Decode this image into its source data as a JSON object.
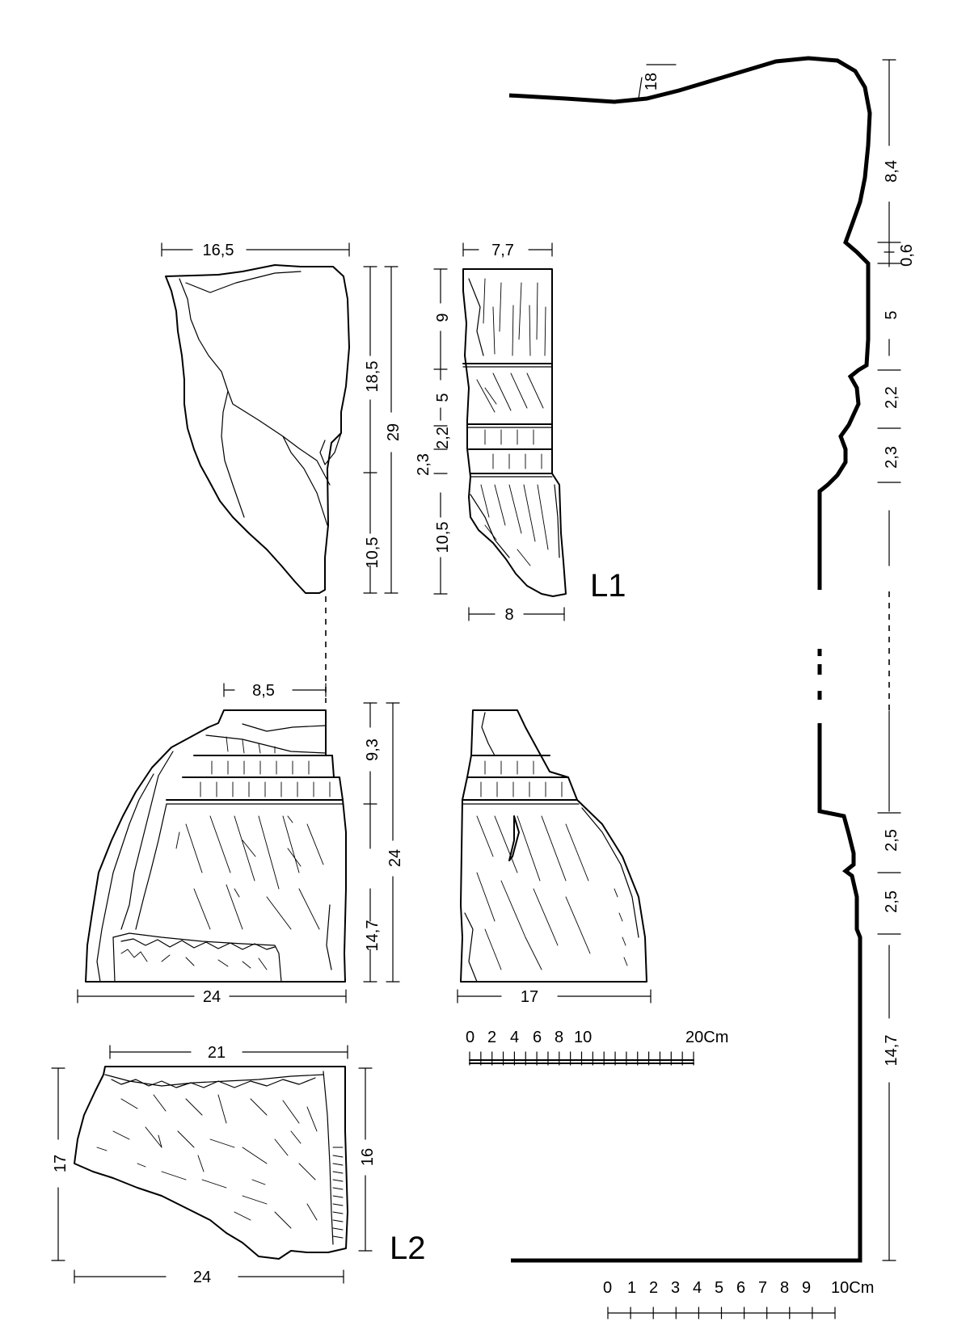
{
  "fragments": {
    "l1_label": "L1",
    "l2_label": "L2"
  },
  "dimensions": {
    "l1_top_width": "16,5",
    "l1_side_width": "7,7",
    "l1_bottom_width": "8",
    "l1_height_upper": "18,5",
    "l1_height_total": "29",
    "l1_height_lower": "10,5",
    "l1_band_9": "9",
    "l1_band_5": "5",
    "l1_band_22": "2,2",
    "l1_band_23": "2,3",
    "l1_band_105": "10,5",
    "lower_top_width": "8,5",
    "lower_height_93": "9,3",
    "lower_height_147": "14,7",
    "lower_height_24": "24",
    "lower_bottom_width": "24",
    "lower_side_width": "17",
    "l2_top_width": "21",
    "l2_bottom_width": "24",
    "l2_left_height": "17",
    "l2_right_height": "16",
    "profile_angle": "18",
    "profile_84": "8,4",
    "profile_06": "0,6",
    "profile_5": "5",
    "profile_22": "2,2",
    "profile_23": "2,3",
    "profile_25a": "2,5",
    "profile_25b": "2,5",
    "profile_147": "14,7"
  },
  "scale_20cm": {
    "labels": [
      "0",
      "2",
      "4",
      "6",
      "8",
      "10"
    ],
    "end_label": "20Cm"
  },
  "scale_10cm": {
    "labels": [
      "0",
      "1",
      "2",
      "3",
      "4",
      "5",
      "6",
      "7",
      "8",
      "9"
    ],
    "end_label": "10Cm"
  }
}
